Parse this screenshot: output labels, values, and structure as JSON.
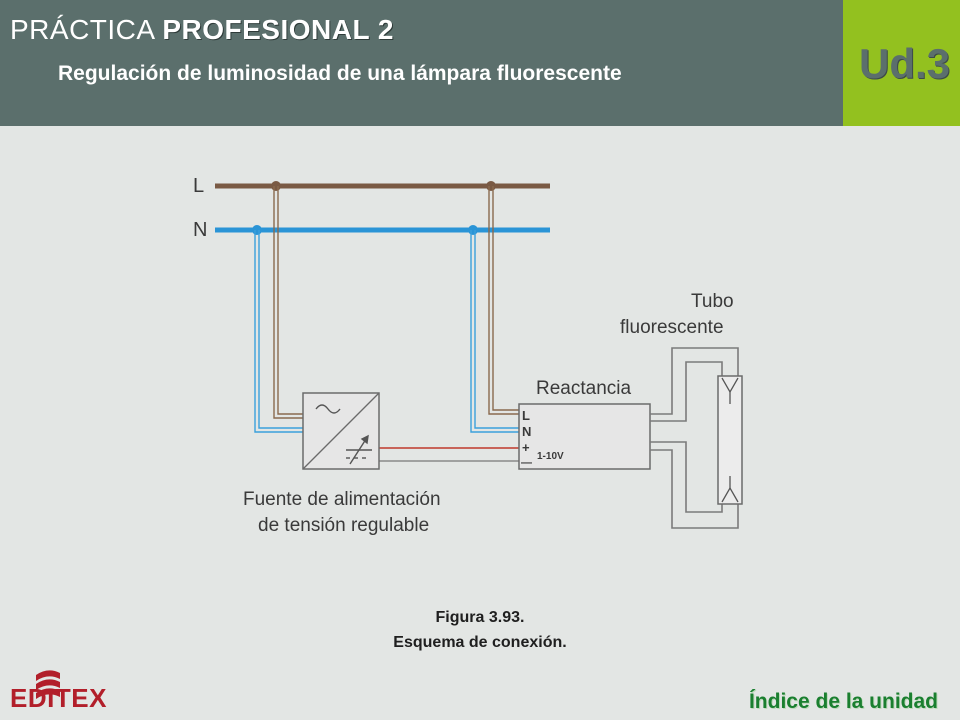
{
  "header": {
    "title_prefix": "PRÁCTICA ",
    "title_bold": "PROFESIONAL  2",
    "subtitle": "Regulación de luminosidad de una lámpara fluorescente",
    "unit": "Ud.3"
  },
  "diagram": {
    "line_l": "L",
    "line_n": "N",
    "tube_label_1": "Tubo",
    "tube_label_2": "fluorescente",
    "ballast_label": "Reactancia",
    "ballast_term_l": "L",
    "ballast_term_n": "N",
    "ballast_term_plus": "+",
    "ballast_term_minus": "—",
    "ballast_control": "1-10V",
    "supply_label_1": "Fuente de alimentación",
    "supply_label_2": "de tensión regulable",
    "colors": {
      "phase": "#7a5a44",
      "neutral": "#2a94d6",
      "control": "#c0392b",
      "tube_wire": "#7b7b7b"
    }
  },
  "caption": {
    "figure": "Figura 3.93.",
    "text": "Esquema de conexión."
  },
  "footer": {
    "logo_text": "EDITEX",
    "index_link": "Índice de la unidad"
  }
}
